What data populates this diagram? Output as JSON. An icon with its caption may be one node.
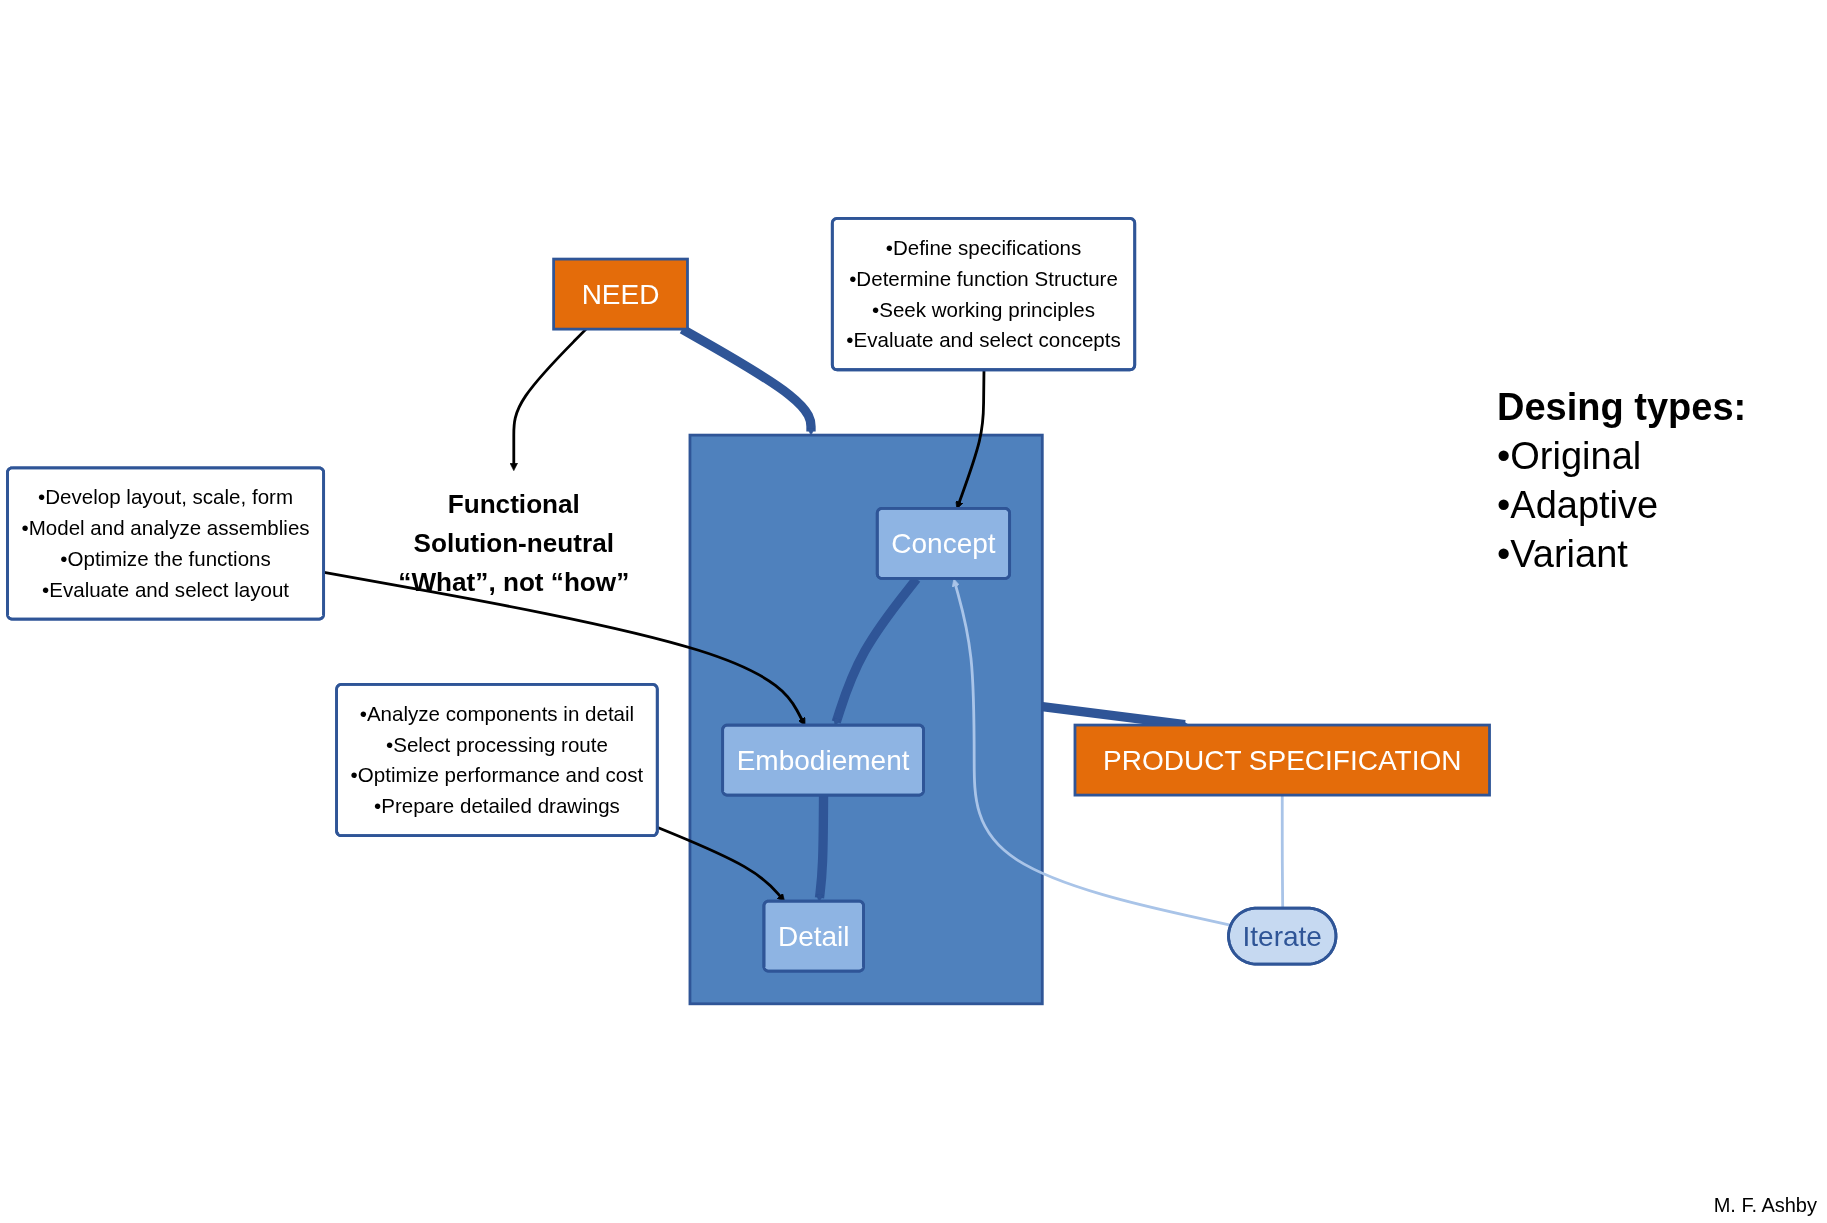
{
  "diagram": {
    "nodes": [
      {
        "text": [
          "NEED"
        ]
      },
      {
        "text": [
          "Functional",
          "Solution-neutral",
          "“What”, not “how”"
        ]
      },
      {
        "text": [],
        "shape": "box"
      },
      {
        "text": [
          "Concept"
        ],
        "in": 2
      },
      {
        "text": [
          "Embodiement"
        ],
        "in": 2
      },
      {
        "text": [
          "Detail"
        ],
        "in": 2
      },
      {
        "text": [
          "Iterate"
        ]
      },
      {
        "text": [
          "PRODUCT SPECIFICATION"
        ]
      },
      {
        "text": [
          "•Define specifications",
          "•Determine function Structure",
          "•Seek working principles",
          "•Evaluate and select concepts"
        ]
      },
      {
        "text": [
          "•Develop layout, scale, form",
          "•Model and analyze assemblies",
          "•Optimize the functions",
          "•Evaluate and select layout"
        ]
      },
      {
        "text": [
          "•Analyze components in detail",
          "•Select processing route",
          "•Optimize performance and cost",
          "•Prepare detailed drawings"
        ]
      }
    ],
    "edges": [
      {
        "from": 0,
        "to": 1,
        "arrow": "to"
      },
      {
        "from": 0,
        "to": 2,
        "arrow": "to",
        "style": "thick",
        "color": "#2f5597"
      },
      {
        "from": 3,
        "to": 4,
        "arrow": "to",
        "style": "thick",
        "color": "#2f5597"
      },
      {
        "from": 4,
        "to": 5,
        "arrow": "to",
        "style": "thick",
        "color": "#2f5597"
      },
      {
        "from": 2,
        "to": 7,
        "arrow": "to",
        "style": "thick",
        "color": "#2f5597"
      },
      {
        "from": 7,
        "to": 6,
        "arrow": "none",
        "color": "#a9c4e8"
      },
      {
        "from": 6,
        "to": 3,
        "arrow": "to",
        "color": "#a9c4e8"
      },
      {
        "from": 8,
        "to": 3,
        "arrow": "to"
      },
      {
        "from": 9,
        "to": 4,
        "arrow": "to"
      },
      {
        "from": 10,
        "to": 5,
        "arrow": "to"
      }
    ],
    "labels": [
      "Desing types:",
      "•Original",
      "•Adaptive",
      "•Variant",
      "M. F. Ashby"
    ]
  }
}
